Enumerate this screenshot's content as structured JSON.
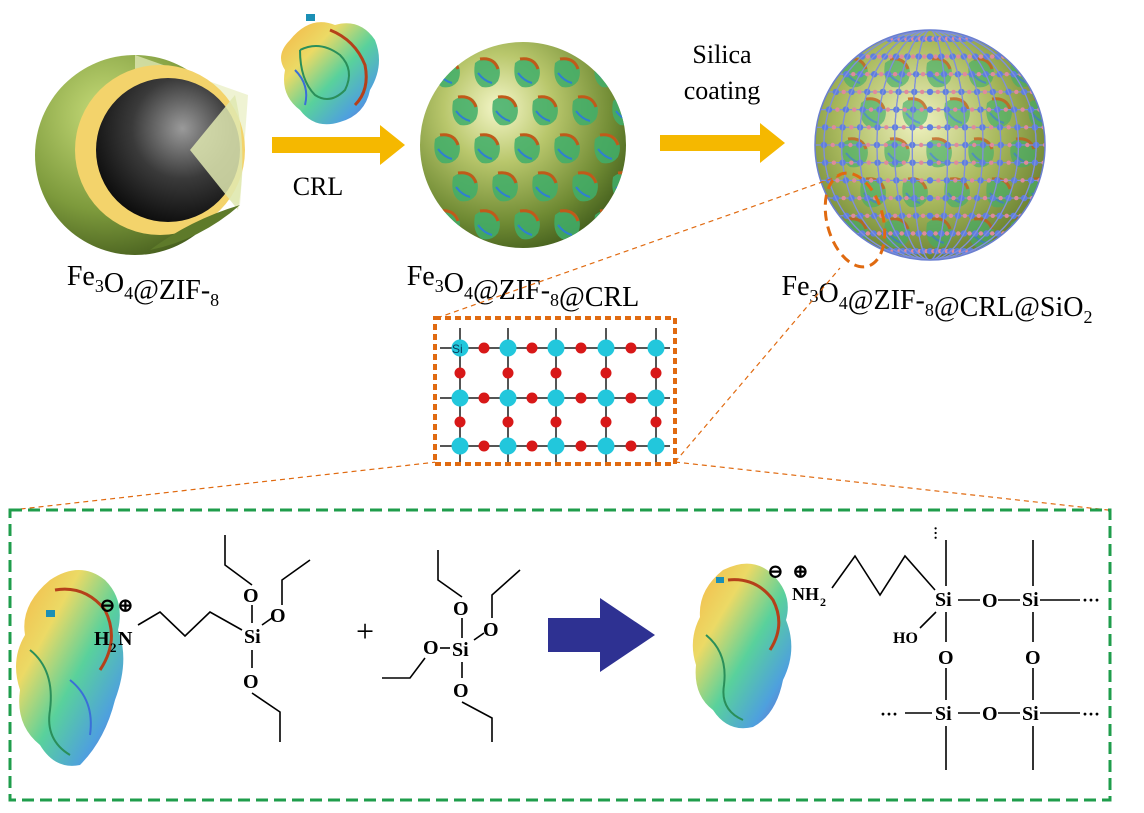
{
  "labels": {
    "step1": "CRL",
    "step2_line1": "Silica",
    "step2_line2": "coating",
    "particle1": "Fe3O4@ZIF-8",
    "particle2": "Fe3O4@ZIF-8@CRL",
    "particle3": "Fe3O4@ZIF-8@CRL@SiO2"
  },
  "lattice": {
    "si_label": "Si"
  },
  "reaction": {
    "minus": "⊖",
    "plus_sym": "⊕",
    "h2n_h": "H",
    "h2n_2": "2",
    "h2n_n": "N",
    "si": "Si",
    "o": "O",
    "plus": "+",
    "nh2_nh": "NH",
    "nh2_2": "2",
    "ho": "HO",
    "ellipsis": "···"
  },
  "colors": {
    "arrow_yellow": "#f5b800",
    "reaction_arrow": "#2e3192",
    "box_orange": "#e06a10",
    "box_green": "#1f9d4b",
    "si_atom": "#22c7dc",
    "o_atom": "#d81818",
    "zif_green": "#7d9a3c",
    "core_gold": "#f3d36b"
  }
}
